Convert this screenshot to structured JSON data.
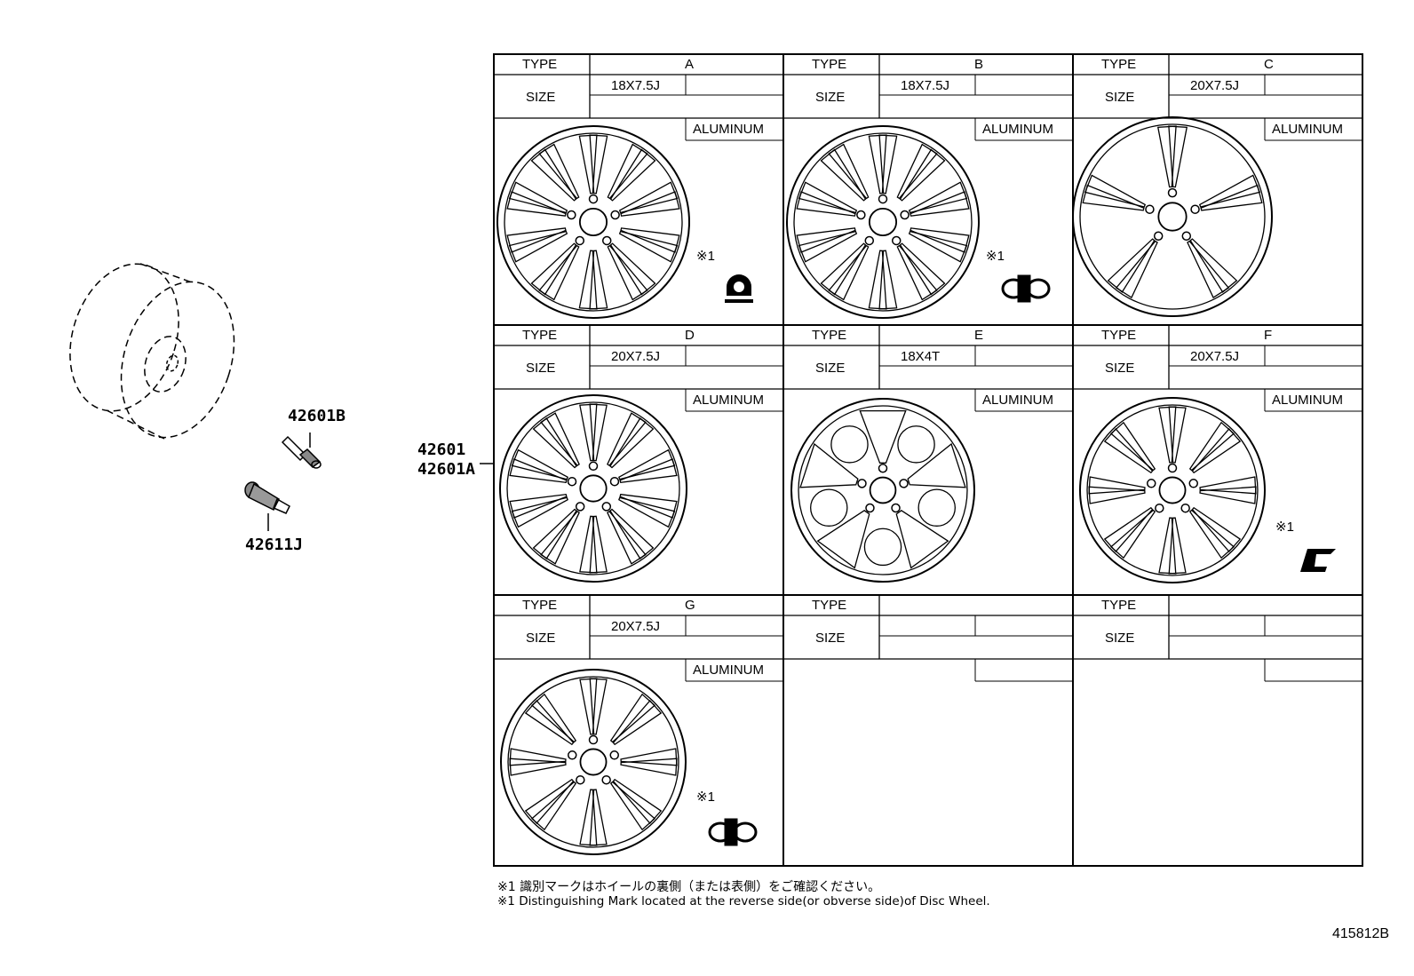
{
  "parts": {
    "bolt": "42601B",
    "valve": "42611J",
    "wheel_main": "42601",
    "wheel_alt": "42601A"
  },
  "headers": {
    "type": "TYPE",
    "size": "SIZE"
  },
  "material": "ALUMINUM",
  "cells": [
    {
      "type": "A",
      "size": "18X7.5J",
      "material": true,
      "note": "※1",
      "mark": "mark-a"
    },
    {
      "type": "B",
      "size": "18X7.5J",
      "material": true,
      "note": "※1",
      "mark": "mark-b"
    },
    {
      "type": "C",
      "size": "20X7.5J",
      "material": true
    },
    {
      "type": "D",
      "size": "20X7.5J",
      "material": true
    },
    {
      "type": "E",
      "size": "18X4T",
      "material": true
    },
    {
      "type": "F",
      "size": "20X7.5J",
      "material": true,
      "note": "※1",
      "mark": "mark-f"
    },
    {
      "type": "G",
      "size": "20X7.5J",
      "material": true,
      "note": "※1",
      "mark": "mark-b"
    },
    {
      "type": "",
      "size": "",
      "material": false
    },
    {
      "type": "",
      "size": "",
      "material": false
    }
  ],
  "footnotes": {
    "jp": "※1  識別マークはホイールの裏側（または表側）をご確認ください。",
    "en": "※1  Distinguishing Mark located at the reverse side(or obverse side)of Disc Wheel."
  },
  "drawing_id": "415812B"
}
